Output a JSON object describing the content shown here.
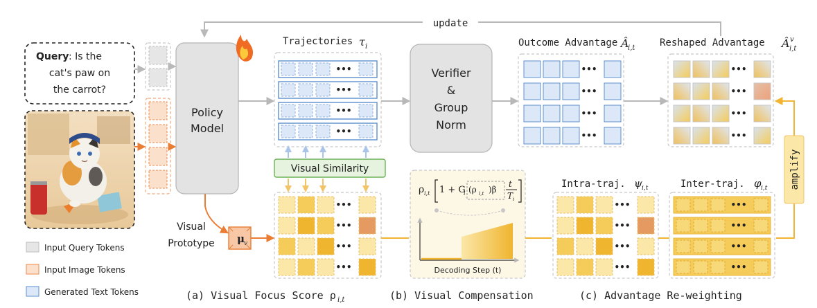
{
  "query": {
    "label": "Query",
    "text_lines": [
      ": Is the",
      "cat's paw on",
      "the carrot?"
    ]
  },
  "policy": {
    "line1": "Policy",
    "line2": "Model"
  },
  "update_label": "update",
  "trajectories": {
    "title": "Trajectories",
    "symbol": "τ",
    "sub": "i"
  },
  "verifier": {
    "line1": "Verifier",
    "line2": "&",
    "line3": "Group",
    "line4": "Norm"
  },
  "outcome": {
    "title": "Outcome Advantage",
    "symbol": "Â",
    "sub": "i,t"
  },
  "reshaped": {
    "title": "Reshaped Advantage",
    "symbol": "Â",
    "sup": "v",
    "sub": "i,t"
  },
  "amplify_label": "amplify",
  "visual_similarity_label": "Visual Similarity",
  "visual_prototype": {
    "line1": "Visual",
    "line2": "Prototype",
    "mu": "μ",
    "mu_sub": "v"
  },
  "compensation_formula": {
    "rho": "ρ",
    "rho_sub": "i,t",
    "body": "1 + G",
    "g_sub": "i",
    "arg": "(ρ",
    "arg_sub": "i,t",
    "beta": ")β",
    "t_num": "t",
    "t_den": "T",
    "t_den_sub": "i"
  },
  "decoding_label": "Decoding Step (t)",
  "intra": {
    "title": "Intra-traj.",
    "symbol": "ψ",
    "sub": "i,t"
  },
  "inter": {
    "title": "Inter-traj.",
    "symbol": "φ",
    "sub": "i,t"
  },
  "legend": {
    "query_tokens": "Input Query Tokens",
    "image_tokens": "Input Image Tokens",
    "text_tokens": "Generated Text Tokens"
  },
  "captions": {
    "a": "(a) Visual Focus Score ρ",
    "a_sub": "i,t",
    "b": "(b) Visual Compensation",
    "c": "(c) Advantage Re-weighting"
  },
  "ellipsis": "•••",
  "colors": {
    "query_gray": "#d9d9d9",
    "image_orange": "#f6c39f",
    "image_orange_border": "#ee8a4c",
    "text_blue": "#dce8f7",
    "text_blue_border": "#5b8fd0",
    "gold_light": "#fbe7a8",
    "gold_mid": "#f5cc5a",
    "gold_dark": "#efb52f",
    "gold_accent": "#e59a62",
    "arrow_gold": "#f2b431",
    "arrow_orange": "#ea7d34",
    "green_box": "#e6f3df",
    "green_border": "#6cb05a"
  }
}
